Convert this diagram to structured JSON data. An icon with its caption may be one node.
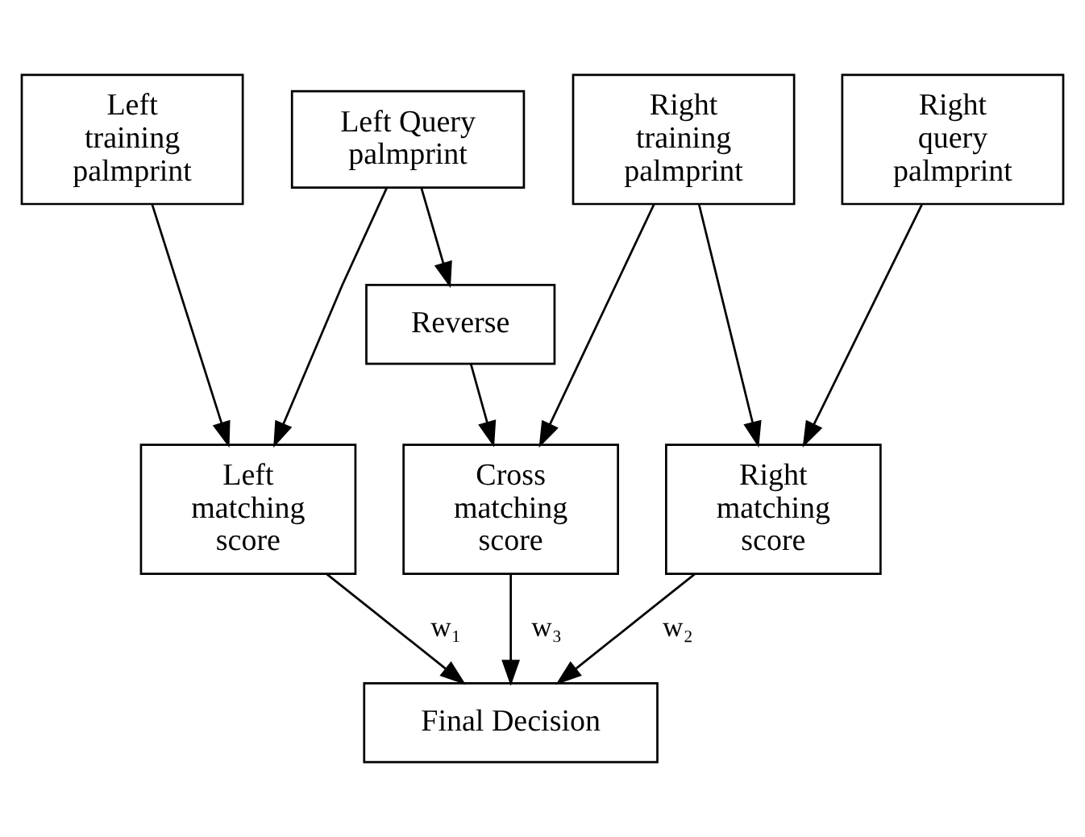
{
  "diagram": {
    "nodes": [
      {
        "text": [
          "Left training palmprint"
        ]
      },
      {
        "text": [
          "Left Query palmprint"
        ]
      },
      {
        "text": [
          "Right training palmprint"
        ]
      },
      {
        "text": [
          "Right query palmprint"
        ]
      },
      {
        "text": [
          "Reverse"
        ]
      },
      {
        "text": [
          "Left matching score"
        ]
      },
      {
        "text": [
          "Cross matching score"
        ]
      },
      {
        "text": [
          "Right matching score"
        ]
      },
      {
        "text": [
          "Final Decision"
        ]
      }
    ],
    "edges": [
      {
        "from": 0,
        "to": 5,
        "arrow": "to"
      },
      {
        "from": 1,
        "to": 5,
        "arrow": "to"
      },
      {
        "from": 1,
        "to": 4,
        "arrow": "to"
      },
      {
        "from": 4,
        "to": 6,
        "arrow": "to"
      },
      {
        "from": 2,
        "to": 6,
        "arrow": "to"
      },
      {
        "from": 2,
        "to": 7,
        "arrow": "to"
      },
      {
        "from": 3,
        "to": 7,
        "arrow": "to"
      },
      {
        "from": 5,
        "to": 8,
        "arrow": "to",
        "label": "w₁"
      },
      {
        "from": 6,
        "to": 8,
        "arrow": "to",
        "label": "w₃"
      },
      {
        "from": 7,
        "to": 8,
        "arrow": "to",
        "label": "w₂"
      }
    ]
  }
}
